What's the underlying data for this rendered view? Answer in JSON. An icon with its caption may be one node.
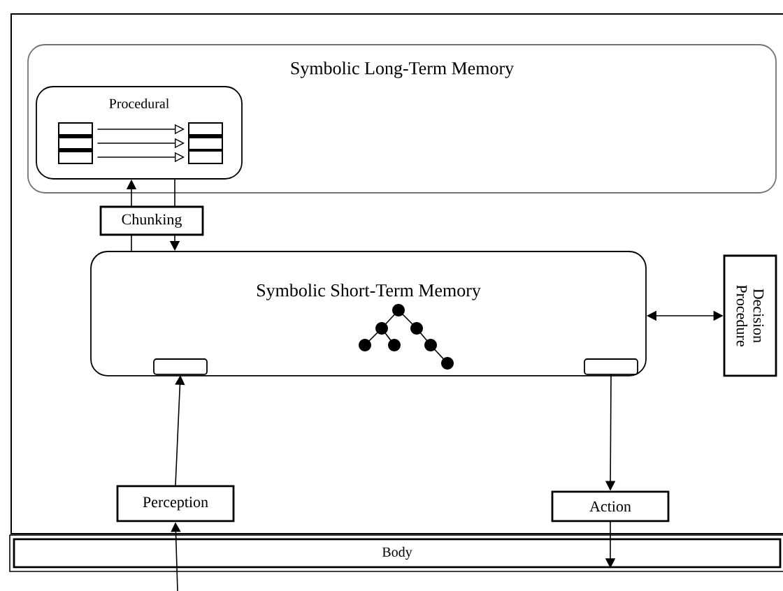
{
  "diagram": {
    "nodes": [
      {
        "text": [
          "Symbolic Long-Term Memory"
        ]
      },
      {
        "text": [
          "Procedural"
        ],
        "in": 0
      },
      {
        "text": [
          "Chunking"
        ]
      },
      {
        "text": [
          "Symbolic Short-Term Memory"
        ]
      },
      {
        "text": [],
        "shape": "box",
        "in": 3
      },
      {
        "text": [],
        "shape": "box",
        "in": 3
      },
      {
        "text": [
          "Decision Procedure"
        ]
      },
      {
        "text": [
          "Perception"
        ]
      },
      {
        "text": [
          "Action"
        ]
      },
      {
        "text": [
          "Body"
        ]
      }
    ],
    "edges": [
      {
        "from": 3,
        "to": 2,
        "arrow": "none"
      },
      {
        "from": 2,
        "to": 1,
        "arrow": "to"
      },
      {
        "from": 1,
        "to": 2,
        "arrow": "none"
      },
      {
        "from": 2,
        "to": 3,
        "arrow": "to"
      },
      {
        "from": 6,
        "to": 3,
        "arrow": "both"
      },
      {
        "from": 7,
        "to": 4,
        "arrow": "to"
      },
      {
        "from": null,
        "to": 7,
        "arrow": "to"
      },
      {
        "from": 5,
        "to": 8,
        "arrow": "to"
      },
      {
        "from": 8,
        "to": 9,
        "arrow": "to"
      }
    ]
  }
}
